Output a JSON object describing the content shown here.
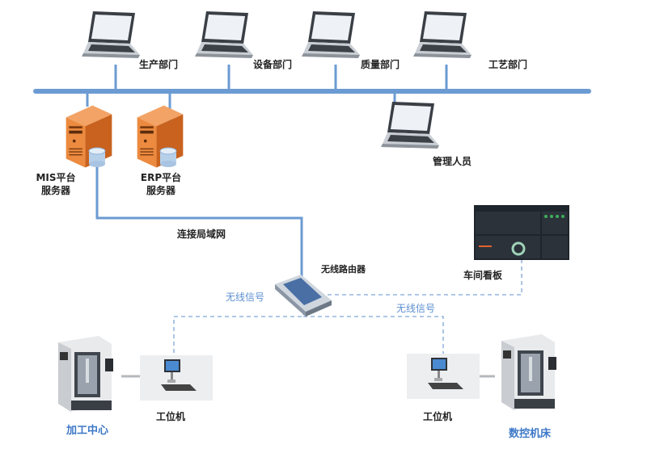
{
  "departments": [
    {
      "label": "生产部门"
    },
    {
      "label": "设备部门"
    },
    {
      "label": "质量部门"
    },
    {
      "label": "工艺部门"
    }
  ],
  "management": {
    "label": "管理人员"
  },
  "servers": {
    "mis": {
      "line1": "MIS平台",
      "line2": "服务器"
    },
    "erp": {
      "line1": "ERP平台",
      "line2": "服务器"
    }
  },
  "lan_label": "连接局域网",
  "router_label": "无线路由器",
  "dashboard_label": "车间看板",
  "wireless_left": "无线信号",
  "wireless_right": "无线信号",
  "left_station": {
    "machine": "加工中心",
    "terminal": "工位机"
  },
  "right_station": {
    "machine": "数控机床",
    "terminal": "工位机"
  },
  "colors": {
    "network_line": "#6b9bd2",
    "server": "#e07a2e",
    "accent_text": "#3d78c7"
  }
}
